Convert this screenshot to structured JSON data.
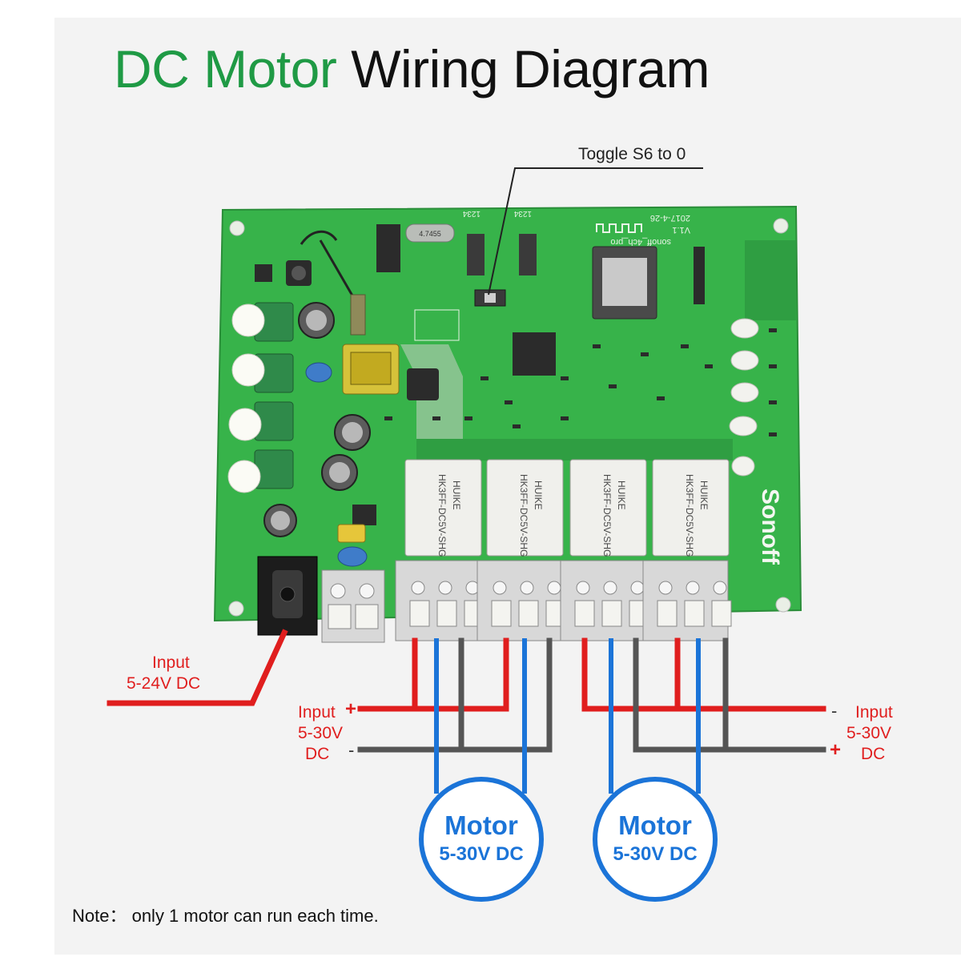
{
  "title": {
    "part1": "DC Motor",
    "part2": "Wiring Diagram"
  },
  "callout": "Toggle S6 to 0",
  "board": {
    "brand": "Sonoff",
    "silk_model": "sonoff_4ch_pro",
    "silk_version": "V1.1",
    "silk_date": "2017-4-26",
    "dip_label": "1234",
    "relay_brand": "HUIKE",
    "relay_model": "HK3FF-DC5V-SHG",
    "crystal_label": "4.7455",
    "relays": [
      "relay-1",
      "relay-2",
      "relay-3",
      "relay-4"
    ]
  },
  "labels": {
    "power_input": {
      "line1": "Input",
      "line2": "5-24V  DC"
    },
    "left_input": {
      "line1": "Input",
      "line2": "5-30V",
      "line3": "DC",
      "plus": "+",
      "minus": "-"
    },
    "right_input": {
      "line1": "Input",
      "line2": "5-30V",
      "line3": "DC",
      "plus": "+",
      "minus": "-"
    }
  },
  "motors": [
    {
      "line1": "Motor",
      "line2": "5-30V DC"
    },
    {
      "line1": "Motor",
      "line2": "5-30V DC"
    }
  ],
  "note": "Note： only 1 motor can run each time.",
  "colors": {
    "title_green": "#1f9a45",
    "pcb": "#37b34a",
    "wire_positive": "#e01e1e",
    "wire_negative": "#555555",
    "wire_motor": "#1b74d8",
    "label_red": "#e01e1e"
  }
}
